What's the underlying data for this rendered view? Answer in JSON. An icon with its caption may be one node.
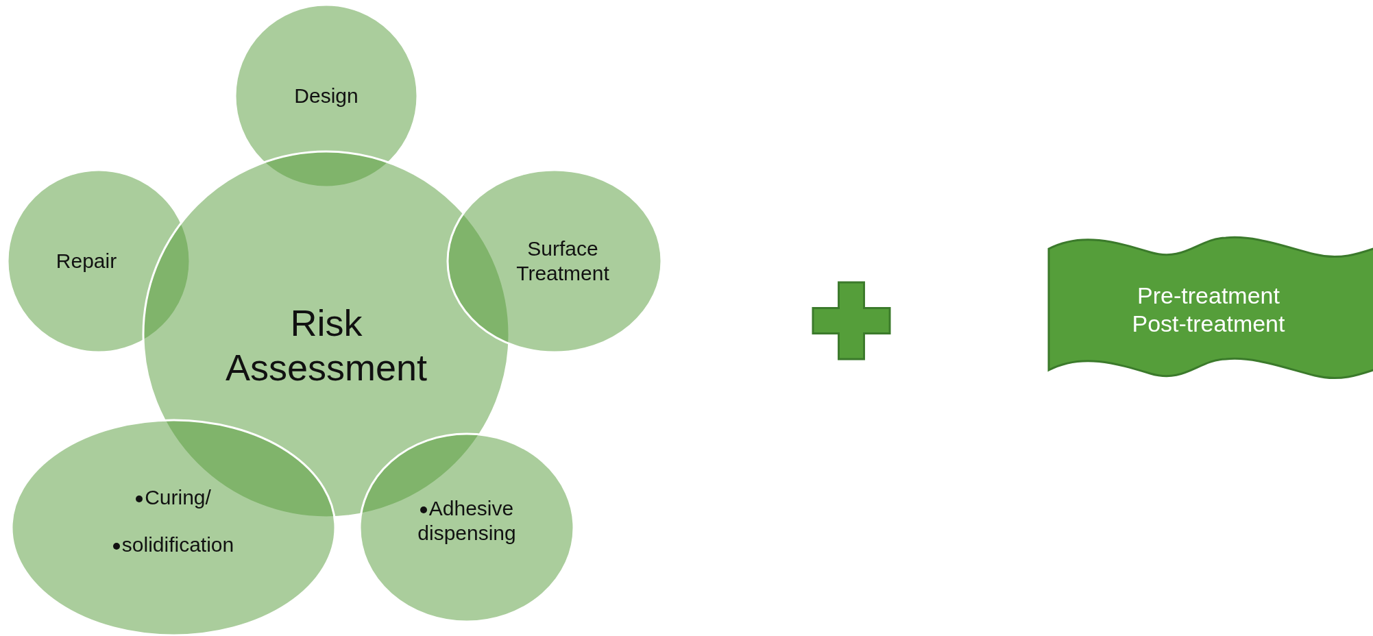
{
  "diagram": {
    "nodes": [
      {
        "text": [
          "Design"
        ]
      },
      {
        "text": [
          "Repair"
        ]
      },
      {
        "text": [
          "Risk Assessment"
        ]
      },
      {
        "text": [
          "Surface Treatment"
        ]
      },
      {
        "text": [
          "Curing/",
          "solidification"
        ]
      },
      {
        "text": [
          "Adhesive dispensing"
        ]
      },
      {
        "text": [],
        "shape": "cross"
      },
      {
        "text": [
          "Pre-treatment",
          "Post-treatment"
        ]
      }
    ]
  }
}
